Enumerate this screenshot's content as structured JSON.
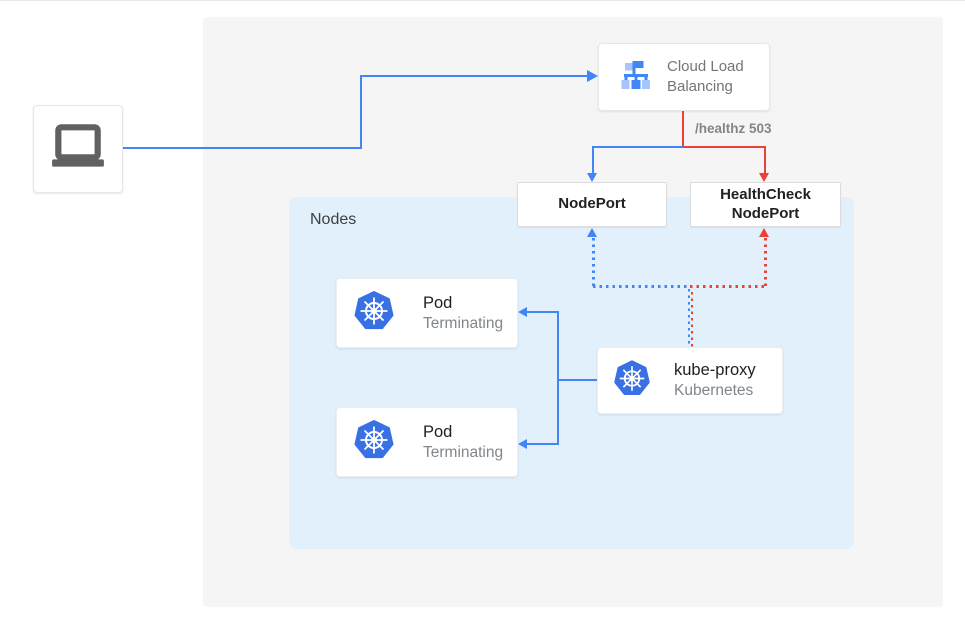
{
  "colors": {
    "blue": "#4285f4",
    "red": "#ea4335",
    "nodes_bg": "#e2f0fc",
    "panel_bg": "#f5f5f5"
  },
  "client": {
    "icon": "laptop-icon"
  },
  "clb": {
    "label": "Cloud Load Balancing",
    "icon": "cloud-load-balancing-icon"
  },
  "edge_labels": {
    "healthz": "/healthz 503"
  },
  "nodeport": {
    "label": "NodePort"
  },
  "healthcheck_nodeport": {
    "label": "HealthCheck NodePort"
  },
  "nodes": {
    "label": "Nodes"
  },
  "pods": [
    {
      "title": "Pod",
      "subtitle": "Terminating",
      "icon": "kubernetes-icon"
    },
    {
      "title": "Pod",
      "subtitle": "Terminating",
      "icon": "kubernetes-icon"
    }
  ],
  "kube_proxy": {
    "title": "kube-proxy",
    "subtitle": "Kubernetes",
    "icon": "kubernetes-icon"
  }
}
